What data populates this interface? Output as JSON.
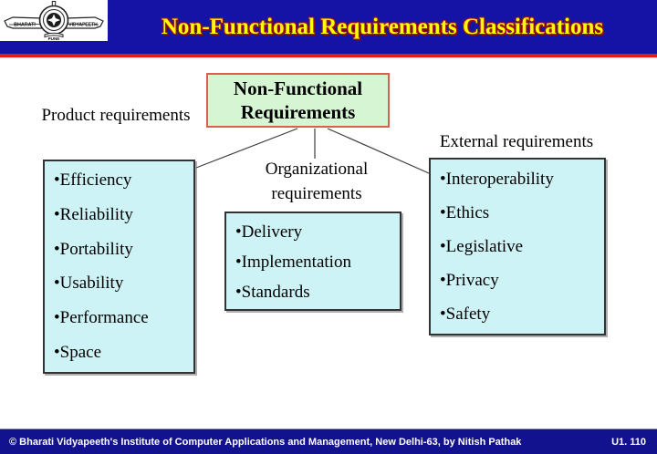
{
  "header": {
    "title": "Non-Functional Requirements Classifications",
    "logo": {
      "left_wing_text": "BHARATI",
      "right_wing_text": "VIDYAPEETH",
      "city_text": "PUNE"
    }
  },
  "diagram": {
    "root_label": "Non-Functional Requirements",
    "groups": [
      {
        "label": "Product requirements",
        "items": [
          "Efficiency",
          "Reliability",
          "Portability",
          "Usability",
          "Performance",
          "Space"
        ]
      },
      {
        "label": "Organizational requirements",
        "items": [
          "Delivery",
          "Implementation",
          "Standards"
        ]
      },
      {
        "label": "External requirements",
        "items": [
          "Interoperability",
          "Ethics",
          "Legislative",
          "Privacy",
          "Safety"
        ]
      }
    ]
  },
  "footer": {
    "copyright": "© Bharati Vidyapeeth's Institute of Computer Applications and Management, New Delhi-63, by Nitish Pathak",
    "slide_number": "U1. 110"
  },
  "colors": {
    "header_bar": "#1413a6",
    "footer_bar": "#12128e",
    "accent_line": "#e41b17",
    "title_text": "#ffff00",
    "root_fill": "#d6f5d2",
    "root_border": "#d95f4f",
    "item_box_fill": "#cdf3f6",
    "item_box_border": "#333333"
  }
}
